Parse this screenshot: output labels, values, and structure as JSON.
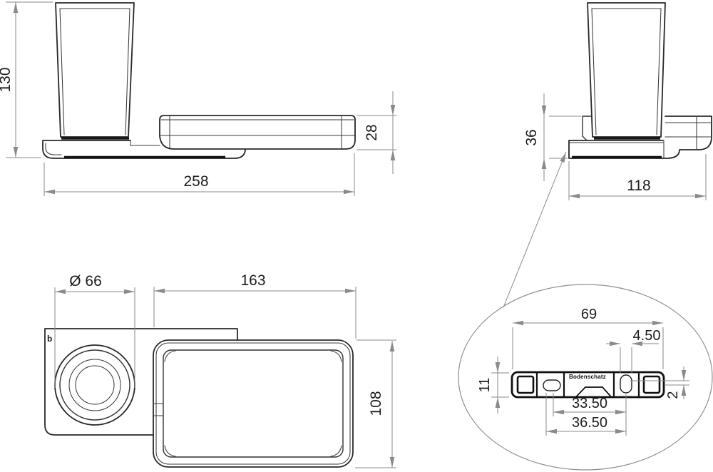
{
  "drawing_type": "technical-dimension-drawing",
  "brand": {
    "logo_glyph": "b"
  },
  "colors": {
    "background": "#ffffff",
    "part_line": "#282828",
    "detail_line": "#101010",
    "dimension_line": "#8a8a8a",
    "text": "#1d1d1d"
  },
  "views": {
    "front": {
      "dim_height": "130",
      "dim_width": "258",
      "dim_shelf_thickness": "28"
    },
    "side": {
      "dim_holder_height": "36",
      "dim_depth": "118"
    },
    "top": {
      "dim_cup_diameter": "Ø 66",
      "dim_shelf_width": "163",
      "dim_shelf_depth": "108"
    },
    "detail": {
      "dim_plate_width": "69",
      "dim_slot_width": "4.50",
      "dim_plate_height": "11",
      "dim_center_offset": "2",
      "dim_hole_spacing_min": "33.50",
      "dim_hole_spacing_max": "36.50",
      "brand_label": "Bodenschatz"
    }
  }
}
